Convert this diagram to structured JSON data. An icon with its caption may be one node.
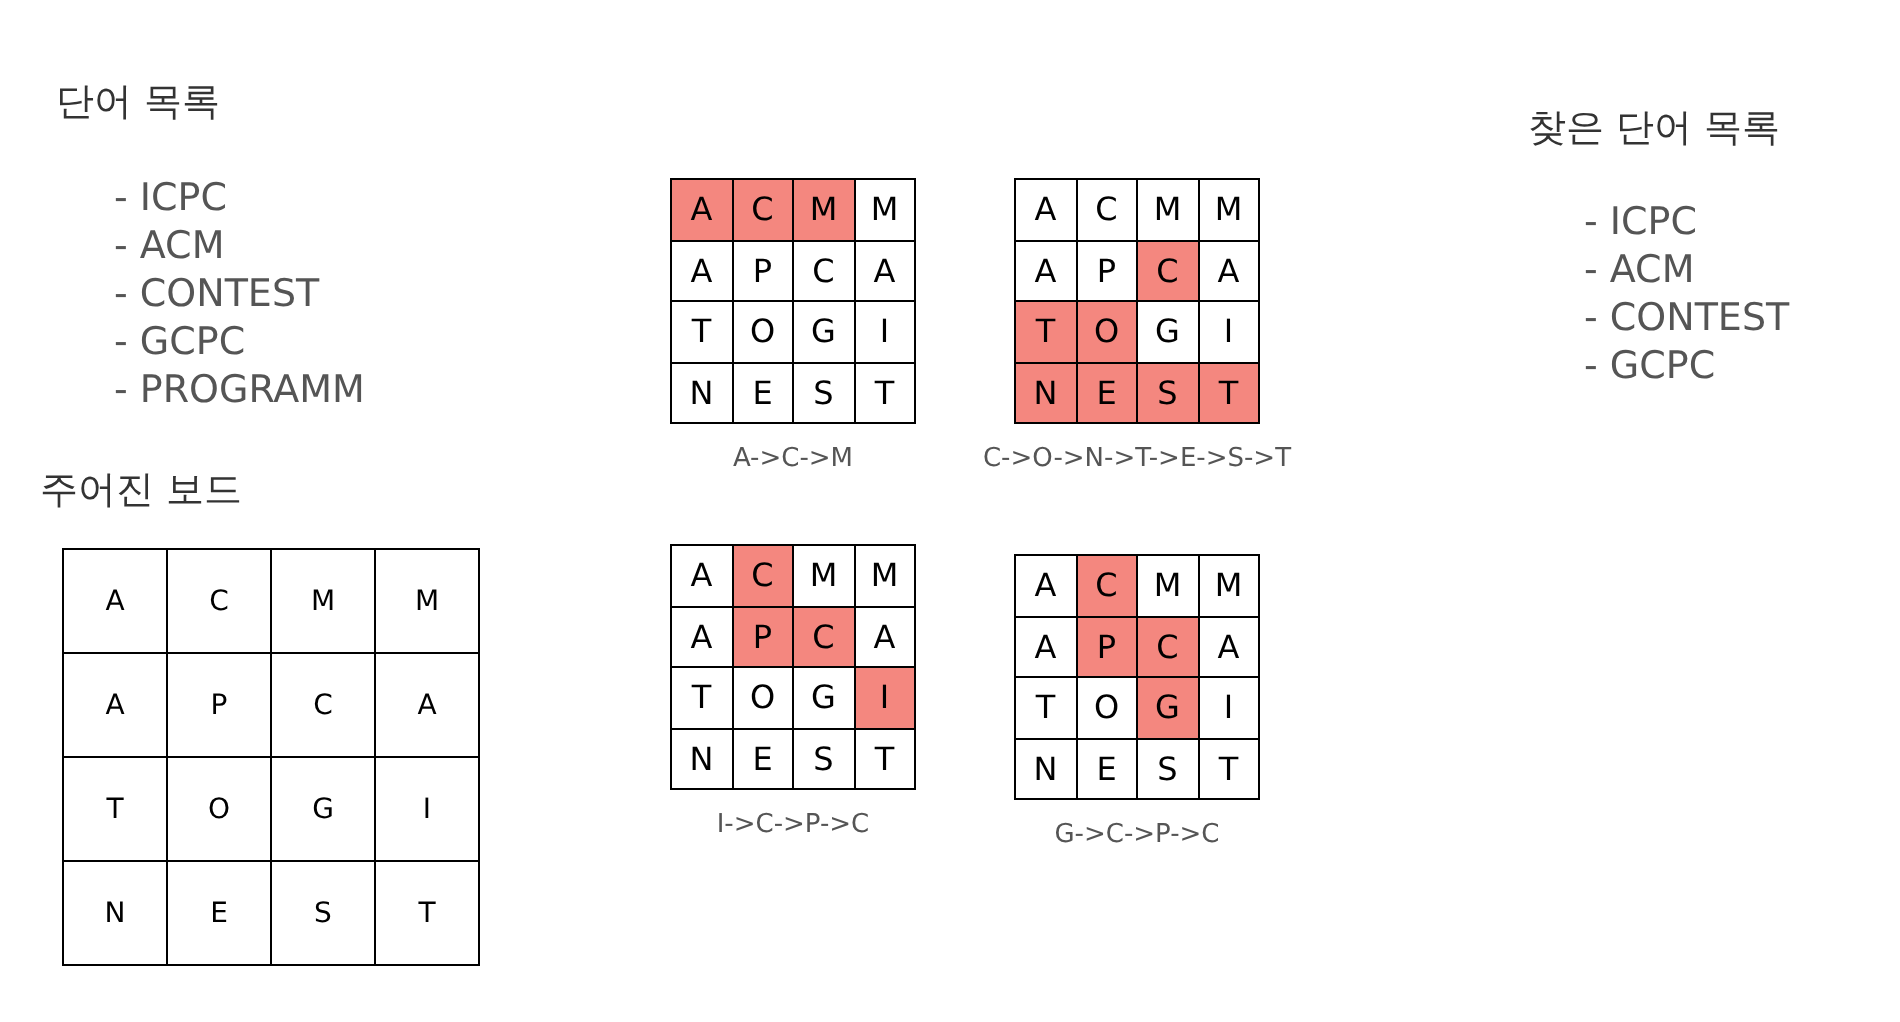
{
  "diagram": {
    "labels": [
      "단어 목록",
      "- ICPC",
      "- ACM",
      "- CONTEST",
      "- GCPC",
      "- PROGRAMM",
      "주어진 보드",
      "A",
      "C",
      "M",
      "M",
      "A",
      "P",
      "C",
      "A",
      "T",
      "O",
      "G",
      "I",
      "N",
      "E",
      "S",
      "T",
      "A",
      "C",
      "M",
      "M",
      "A",
      "P",
      "C",
      "A",
      "T",
      "O",
      "G",
      "I",
      "N",
      "E",
      "S",
      "T",
      "A->C->M",
      "A",
      "C",
      "M",
      "M",
      "A",
      "P",
      "C",
      "A",
      "T",
      "O",
      "G",
      "I",
      "N",
      "E",
      "S",
      "T",
      "C->O->N->T->E->S->T",
      "A",
      "C",
      "M",
      "M",
      "A",
      "P",
      "C",
      "A",
      "T",
      "O",
      "G",
      "I",
      "N",
      "E",
      "S",
      "T",
      "I->C->P->C",
      "A",
      "C",
      "M",
      "M",
      "A",
      "P",
      "C",
      "A",
      "T",
      "O",
      "G",
      "I",
      "N",
      "E",
      "S",
      "T",
      "G->C->P->C",
      "찾은 단어 목록",
      "- ICPC",
      "- ACM",
      "- CONTEST",
      "- GCPC"
    ]
  }
}
